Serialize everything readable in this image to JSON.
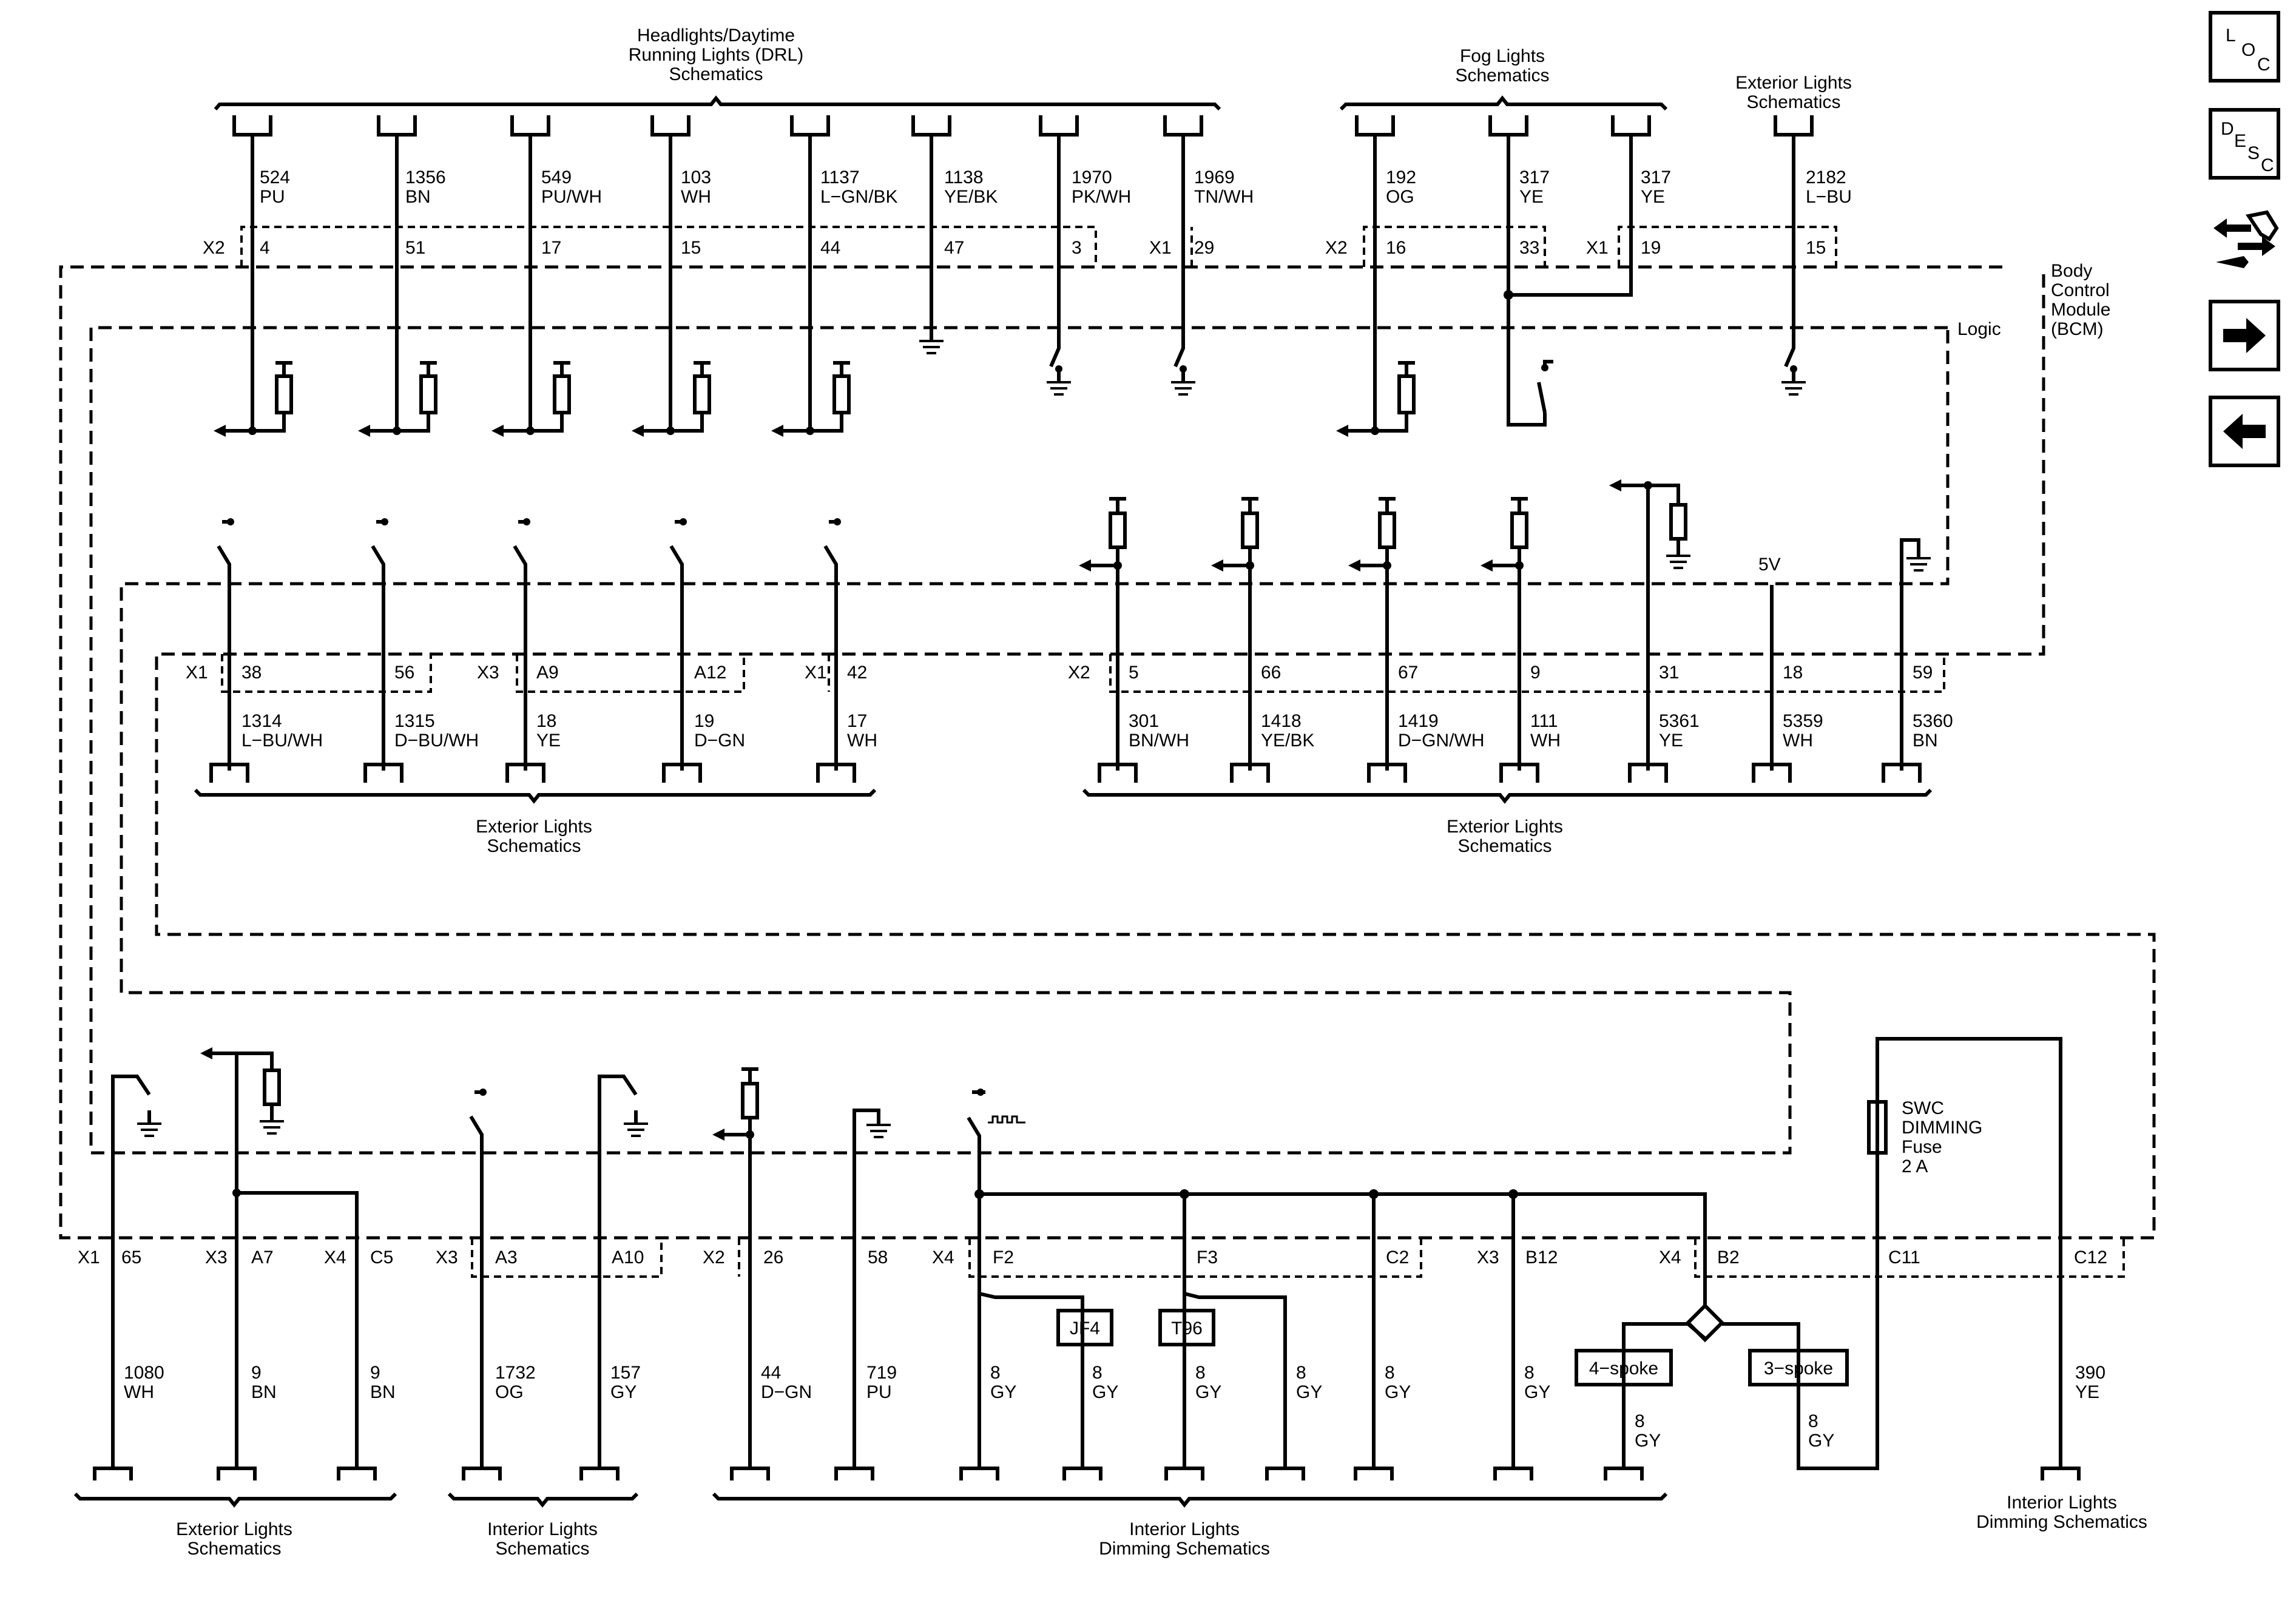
{
  "groups": {
    "headlights": [
      "Headlights/Daytime",
      "Running Lights (DRL)",
      "Schematics"
    ],
    "fog": [
      "Fog Lights",
      "Schematics"
    ],
    "exterior_top": [
      "Exterior Lights",
      "Schematics"
    ],
    "exterior_mid_left": [
      "Exterior Lights",
      "Schematics"
    ],
    "exterior_mid_right": [
      "Exterior Lights",
      "Schematics"
    ],
    "exterior_bottom": [
      "Exterior Lights",
      "Schematics"
    ],
    "interior_bottom": [
      "Interior Lights",
      "Schematics"
    ],
    "interior_dimming": [
      "Interior Lights",
      "Dimming Schematics"
    ],
    "interior_dimming_right": [
      "Interior Lights",
      "Dimming Schematics"
    ]
  },
  "module": {
    "name": [
      "Body",
      "Control",
      "Module",
      "(BCM)"
    ],
    "logic": "Logic"
  },
  "top_wires": [
    {
      "circuit": "524",
      "color": "PU",
      "pin": "4"
    },
    {
      "circuit": "1356",
      "color": "BN",
      "pin": "51"
    },
    {
      "circuit": "549",
      "color": "PU/WH",
      "pin": "17"
    },
    {
      "circuit": "103",
      "color": "WH",
      "pin": "15"
    },
    {
      "circuit": "1137",
      "color": "L−GN/BK",
      "pin": "44"
    },
    {
      "circuit": "1138",
      "color": "YE/BK",
      "pin": "47"
    },
    {
      "circuit": "1970",
      "color": "PK/WH",
      "pin": "3"
    },
    {
      "circuit": "1969",
      "color": "TN/WH",
      "pin": "29"
    },
    {
      "circuit": "192",
      "color": "OG",
      "pin": "16"
    },
    {
      "circuit": "317",
      "color": "YE",
      "pin": "33"
    },
    {
      "circuit": "317",
      "color": "YE",
      "pin": "19"
    },
    {
      "circuit": "2182",
      "color": "L−BU",
      "pin": "15"
    }
  ],
  "top_connectors": [
    "X2",
    "X1",
    "X2",
    "X1"
  ],
  "mid_wires": [
    {
      "pin": "38",
      "circuit": "1314",
      "color": "L−BU/WH"
    },
    {
      "pin": "56",
      "circuit": "1315",
      "color": "D−BU/WH"
    },
    {
      "pin": "A9",
      "circuit": "18",
      "color": "YE"
    },
    {
      "pin": "A12",
      "circuit": "19",
      "color": "D−GN"
    },
    {
      "pin": "42",
      "circuit": "17",
      "color": "WH"
    },
    {
      "pin": "5",
      "circuit": "301",
      "color": "BN/WH"
    },
    {
      "pin": "66",
      "circuit": "1418",
      "color": "YE/BK"
    },
    {
      "pin": "67",
      "circuit": "1419",
      "color": "D−GN/WH"
    },
    {
      "pin": "9",
      "circuit": "111",
      "color": "WH"
    },
    {
      "pin": "31",
      "circuit": "5361",
      "color": "YE"
    },
    {
      "pin": "18",
      "circuit": "5359",
      "color": "WH"
    },
    {
      "pin": "59",
      "circuit": "5360",
      "color": "BN"
    }
  ],
  "mid_connectors": [
    "X1",
    "X3",
    "X1",
    "X2"
  ],
  "five_volt": "5V",
  "bottom_wires": [
    {
      "pin": "65",
      "circuit": "1080",
      "color": "WH"
    },
    {
      "pin": "A7",
      "circuit": "9",
      "color": "BN"
    },
    {
      "pin": "C5",
      "circuit": "9",
      "color": "BN"
    },
    {
      "pin": "A3",
      "circuit": "1732",
      "color": "OG"
    },
    {
      "pin": "A10",
      "circuit": "157",
      "color": "GY"
    },
    {
      "pin": "26",
      "circuit": "44",
      "color": "D−GN"
    },
    {
      "pin": "58",
      "circuit": "719",
      "color": "PU"
    },
    {
      "pin": "F2",
      "circuit": "8",
      "color": "GY"
    },
    {
      "pin": "F3",
      "circuit": "8",
      "color": "GY"
    },
    {
      "pin": "C2",
      "circuit": "8",
      "color": "GY"
    },
    {
      "pin": "B12",
      "circuit": "8",
      "color": "GY"
    },
    {
      "pin": "B2",
      "circuit": "",
      "color": ""
    },
    {
      "pin": "C11",
      "circuit": "",
      "color": ""
    },
    {
      "pin": "C12",
      "circuit": "390",
      "color": "YE"
    }
  ],
  "bottom_connectors": [
    "X1",
    "X3",
    "X4",
    "X3",
    "X2",
    "X4",
    "X3",
    "X4"
  ],
  "branch_wires": [
    {
      "circuit": "8",
      "color": "GY"
    },
    {
      "circuit": "8",
      "color": "GY"
    },
    {
      "circuit": "8",
      "color": "GY"
    },
    {
      "circuit": "8",
      "color": "GY"
    }
  ],
  "splices": [
    "JF4",
    "T96"
  ],
  "options": [
    "4−spoke",
    "3−spoke"
  ],
  "fuse": [
    "SWC",
    "DIMMING",
    "Fuse",
    "2 A"
  ],
  "nav": {
    "loc": [
      "L",
      "O",
      "C"
    ],
    "desc": [
      "D",
      "E",
      "S",
      "C"
    ]
  }
}
